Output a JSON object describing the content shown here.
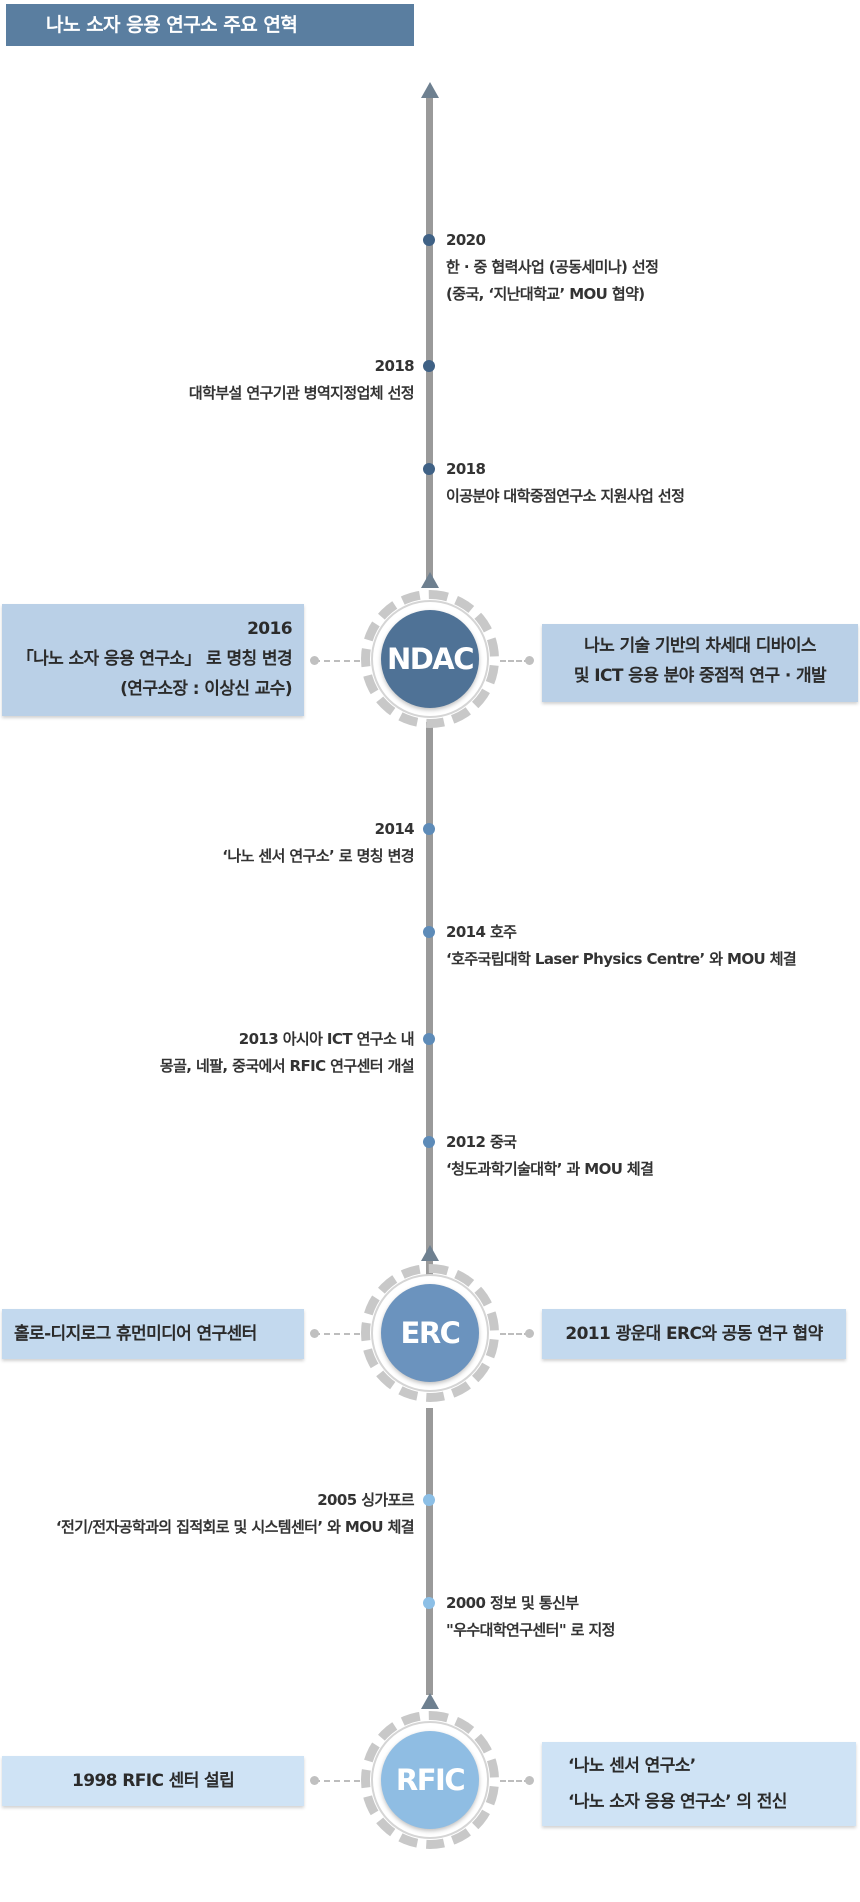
{
  "title": "나노 소자 응용 연구소  주요 연혁",
  "colors": {
    "title_bg": "#5a7ea0",
    "ndac": "#4f7296",
    "erc": "#6b93be",
    "rfic": "#8fbde3"
  },
  "events": [
    {
      "lines": [
        "2020",
        "한 · 중 협력사업 (공동세미나) 선정",
        "(중국, ‘지난대학교’ MOU 협약)"
      ]
    },
    {
      "lines": [
        "2018",
        "대학부설 연구기관 병역지정업체 선정"
      ]
    },
    {
      "lines": [
        "2018",
        "이공분야 대학중점연구소 지원사업 선정"
      ]
    },
    {
      "lines": [
        "2014",
        "‘나노 센서 연구소’ 로 명칭 변경"
      ]
    },
    {
      "lines": [
        "2014  호주",
        "‘호주국립대학 Laser Physics Centre’  와 MOU 체결"
      ]
    },
    {
      "lines": [
        "2013  아시아 ICT 연구소 내",
        "몽골, 네팔, 중국에서 RFIC 연구센터 개설"
      ]
    },
    {
      "lines": [
        "2012  중국",
        "‘청도과학기술대학’  과 MOU 체결"
      ]
    },
    {
      "lines": [
        "2005  싱가포르",
        "‘전기/전자공학과의 집적회로 및 시스템센터’  와 MOU 체결"
      ]
    },
    {
      "lines": [
        "2000  정보 및 통신부",
        "\"우수대학연구센터\" 로 지정"
      ]
    }
  ],
  "hubs": [
    {
      "label": "NDAC",
      "left_lines": [
        "2016",
        "「나노 소자 응용 연구소」 로 명칭 변경",
        "(연구소장 : 이상신 교수)"
      ],
      "right_lines": [
        "나노 기술 기반의 차세대 디바이스",
        "및  ICT 응용 분야 중점적 연구 · 개발"
      ]
    },
    {
      "label": "ERC",
      "left_lines": [
        "홀로-디지로그 휴먼미디어 연구센터"
      ],
      "right_lines": [
        "2011  광운대 ERC와 공동 연구 협약"
      ]
    },
    {
      "label": "RFIC",
      "left_lines": [
        "1998   RFIC 센터 설립"
      ],
      "right_lines": [
        "‘나노 센서 연구소’",
        "‘나노 소자 응용 연구소’  의 전신"
      ]
    }
  ]
}
